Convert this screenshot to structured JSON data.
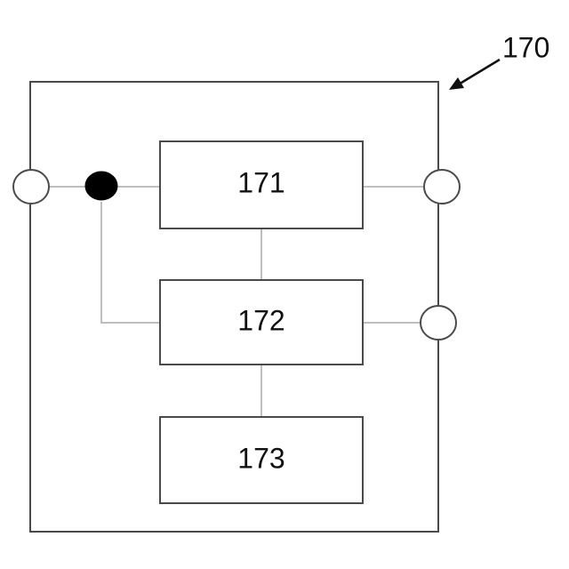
{
  "colors": {
    "stroke": "#4a4a4a",
    "wire": "#a9a9a9",
    "junction_fill": "#000000",
    "terminal_fill": "#ffffff"
  },
  "diagram": {
    "reference_label": "170",
    "blocks": [
      {
        "id": "block-171",
        "label": "171"
      },
      {
        "id": "block-172",
        "label": "172"
      },
      {
        "id": "block-173",
        "label": "173"
      }
    ]
  }
}
